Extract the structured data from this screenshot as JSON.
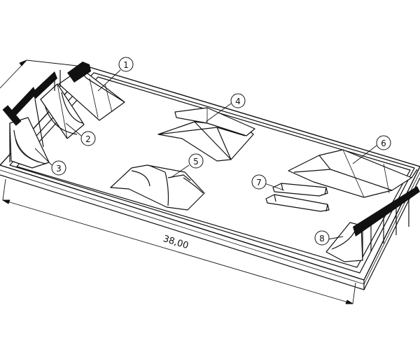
{
  "drawing": {
    "dimension_label": "38,00",
    "balloons": [
      {
        "id": "1",
        "label": "1"
      },
      {
        "id": "2",
        "label": "2"
      },
      {
        "id": "3",
        "label": "3"
      },
      {
        "id": "4",
        "label": "4"
      },
      {
        "id": "5",
        "label": "5"
      },
      {
        "id": "6",
        "label": "6"
      },
      {
        "id": "7",
        "label": "7"
      },
      {
        "id": "8",
        "label": "8"
      }
    ],
    "colors": {
      "line": "#111111",
      "fill": "#ffffff",
      "coping": "#111111"
    }
  }
}
